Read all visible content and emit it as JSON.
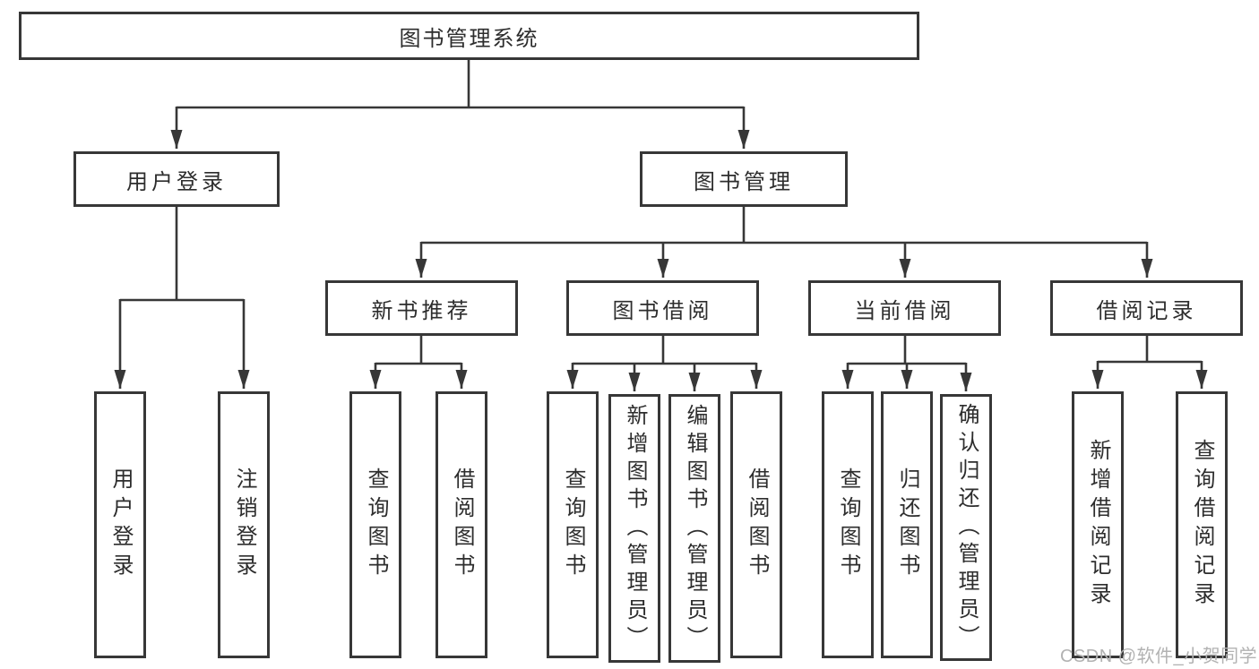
{
  "diagram": {
    "title": "图书管理系统",
    "level2": {
      "user_login": "用户登录",
      "book_mgmt": "图书管理"
    },
    "level3": {
      "new_books": "新书推荐",
      "borrowing": "图书借阅",
      "current": "当前借阅",
      "records": "借阅记录"
    },
    "leaves": {
      "user_login": "用户登录",
      "logout": "注销登录",
      "nb_query": "查询图书",
      "nb_borrow": "借阅图书",
      "bw_query": "查询图书",
      "bw_add_admin": "新增图书（管理员）",
      "bw_edit_admin": "编辑图书（管理员）",
      "bw_borrow": "借阅图书",
      "cu_query": "查询图书",
      "cu_return": "归还图书",
      "cu_confirm_admin": "确认归还（管理员）",
      "re_add": "新增借阅记录",
      "re_query": "查询借阅记录"
    }
  },
  "watermark": "CSDN @软件_小贺同学"
}
